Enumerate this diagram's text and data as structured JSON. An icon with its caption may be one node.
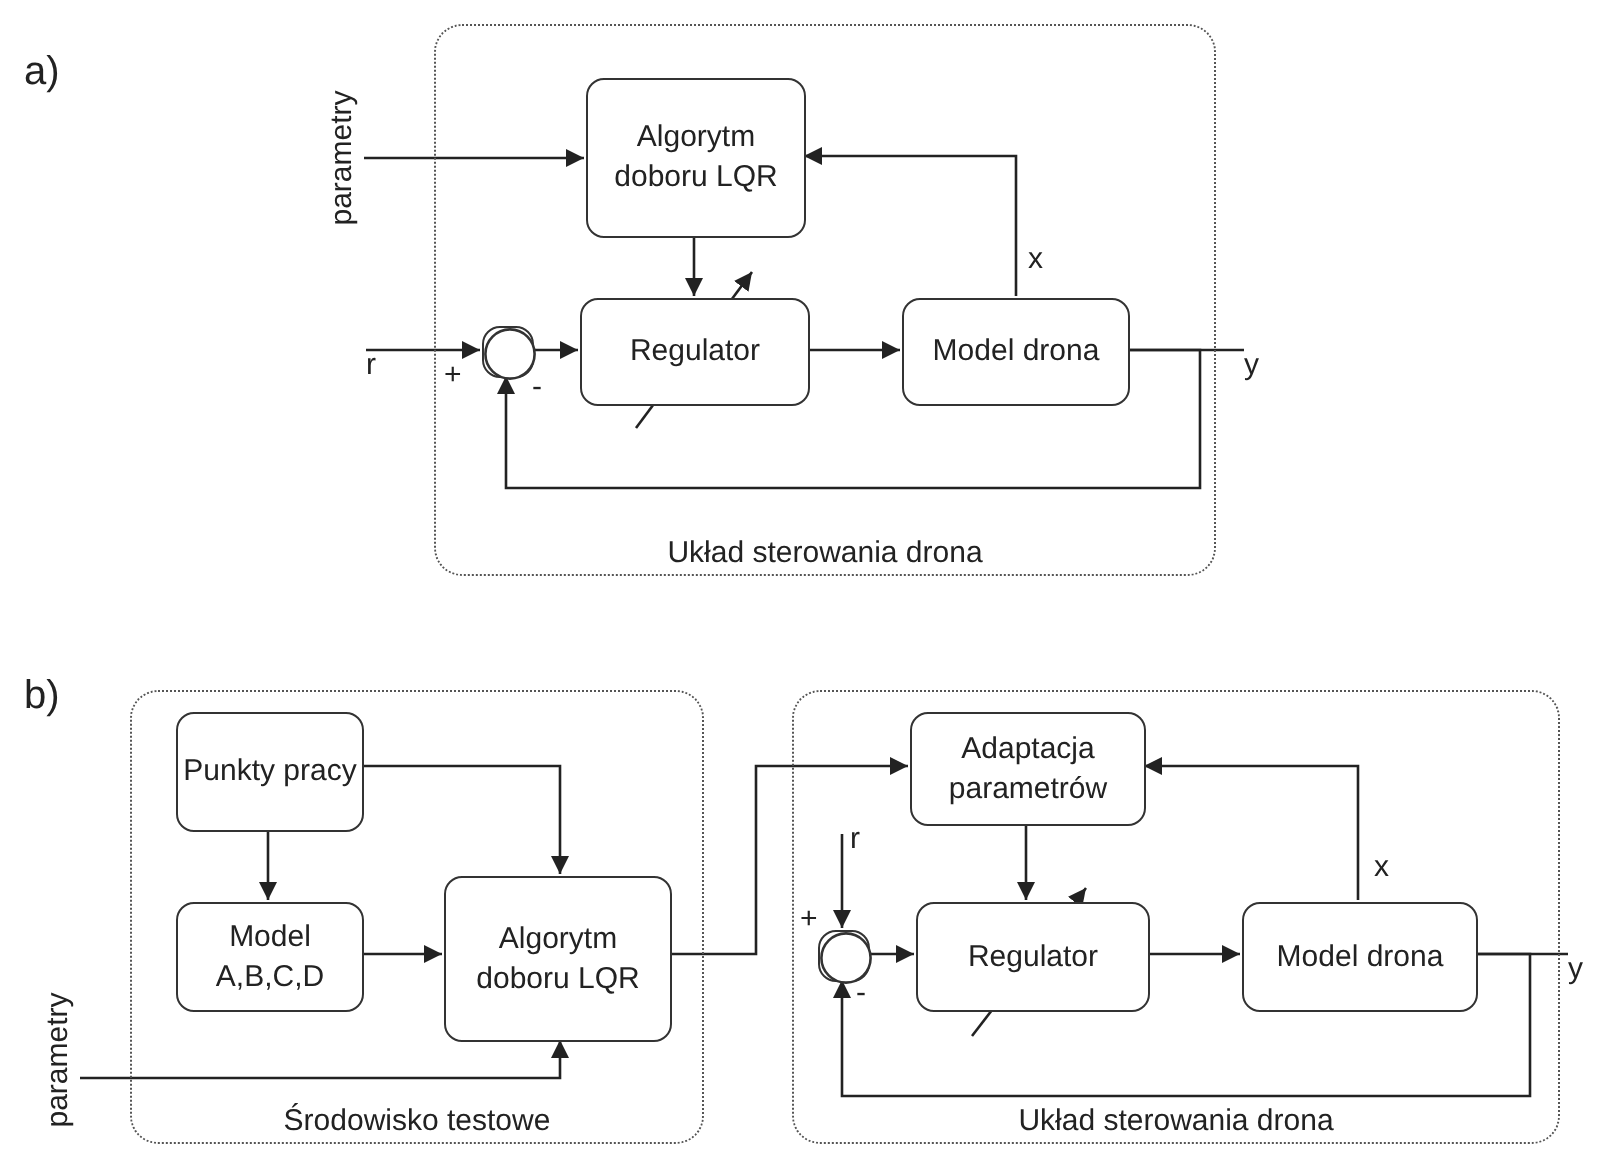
{
  "diagram": {
    "nodes": [
      {
        "text": [
          "Układ sterowania drona"
        ]
      },
      {
        "text": [
          "parametry"
        ]
      },
      {
        "text": [
          "Algorytm doboru LQR"
        ],
        "in": 0
      },
      {
        "text": [
          "r"
        ]
      },
      {
        "text": [],
        "shape": "circle",
        "in": 0
      },
      {
        "text": [
          "Regulator"
        ],
        "in": 0
      },
      {
        "text": [
          "Model drona"
        ],
        "in": 0
      },
      {
        "text": [
          "y"
        ]
      },
      {
        "text": [
          "Środowisko testowe"
        ]
      },
      {
        "text": [
          "Punkty pracy"
        ],
        "in": 8
      },
      {
        "text": [
          "Model A,B,C,D"
        ],
        "in": 8
      },
      {
        "text": [
          "Algorytm doboru LQR"
        ],
        "in": 8
      },
      {
        "text": [
          "parametry"
        ]
      },
      {
        "text": [
          "Układ sterowania drona"
        ]
      },
      {
        "text": [
          "Adaptacja parametrów"
        ],
        "in": 13
      },
      {
        "text": [
          "r"
        ],
        "in": 13
      },
      {
        "text": [],
        "shape": "circle",
        "in": 13
      },
      {
        "text": [
          "Regulator"
        ],
        "in": 13
      },
      {
        "text": [
          "Model drona"
        ],
        "in": 13
      },
      {
        "text": [
          "y"
        ]
      }
    ],
    "edges": [
      {
        "from": 1,
        "to": 2,
        "arrow": "to"
      },
      {
        "from": 3,
        "to": 4,
        "arrow": "to"
      },
      {
        "from": 4,
        "to": 5,
        "arrow": "to"
      },
      {
        "from": 2,
        "to": 5,
        "arrow": "to"
      },
      {
        "from": 5,
        "to": 6,
        "arrow": "to"
      },
      {
        "from": 6,
        "to": 2,
        "arrow": "to",
        "label": "x"
      },
      {
        "from": 6,
        "to": 7,
        "arrow": "none"
      },
      {
        "from": 6,
        "to": 4,
        "arrow": "to"
      },
      {
        "from": 9,
        "to": 10,
        "arrow": "to"
      },
      {
        "from": 9,
        "to": 11,
        "arrow": "to"
      },
      {
        "from": 10,
        "to": 11,
        "arrow": "to"
      },
      {
        "from": 12,
        "to": 11,
        "arrow": "to"
      },
      {
        "from": 11,
        "to": 14,
        "arrow": "to"
      },
      {
        "from": 15,
        "to": 16,
        "arrow": "to"
      },
      {
        "from": 16,
        "to": 17,
        "arrow": "to"
      },
      {
        "from": 14,
        "to": 17,
        "arrow": "to"
      },
      {
        "from": 17,
        "to": 18,
        "arrow": "to"
      },
      {
        "from": 18,
        "to": 14,
        "arrow": "to",
        "label": "x"
      },
      {
        "from": 18,
        "to": 19,
        "arrow": "none"
      },
      {
        "from": 18,
        "to": 16,
        "arrow": "to"
      }
    ],
    "labels": [
      "a)",
      "+",
      "-",
      "b)",
      "+",
      "-"
    ]
  }
}
